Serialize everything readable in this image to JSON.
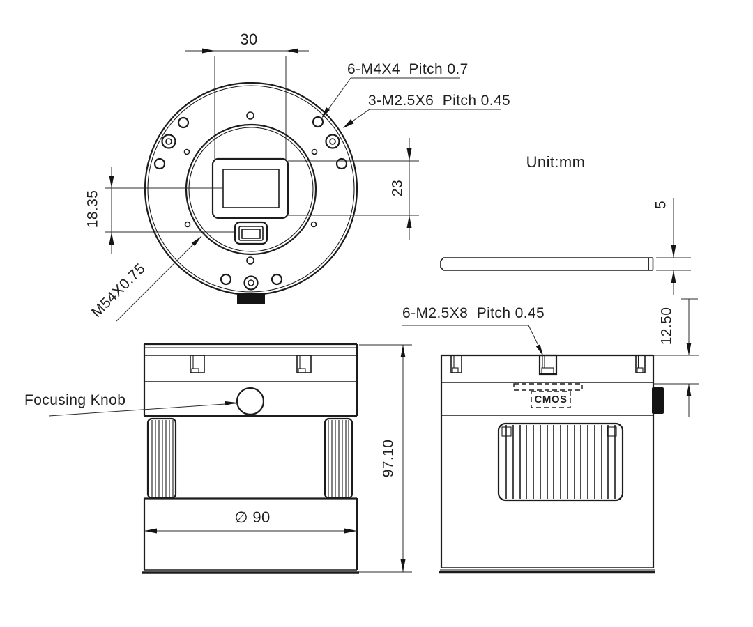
{
  "notes": {
    "unit": "Unit:mm"
  },
  "front_view": {
    "dim_flange_width": "30",
    "label_m4_holes": "6-M4X4  Pitch 0.7",
    "label_m25_holes": "3-M2.5X6  Pitch 0.45",
    "dim_sensor_offset": "18.35",
    "dim_sensor_height": "23",
    "label_thread": "M54X0.75"
  },
  "spacer": {
    "dim_thickness": "5"
  },
  "back_view": {
    "label_screw_holes": "6-M2.5X8  Pitch 0.45",
    "label_sensor": "CMOS",
    "dim_back_focus": "12.50"
  },
  "side_view": {
    "label_knob": "Focusing Knob",
    "dim_height": "97.10",
    "dim_diameter": "∅ 90"
  }
}
